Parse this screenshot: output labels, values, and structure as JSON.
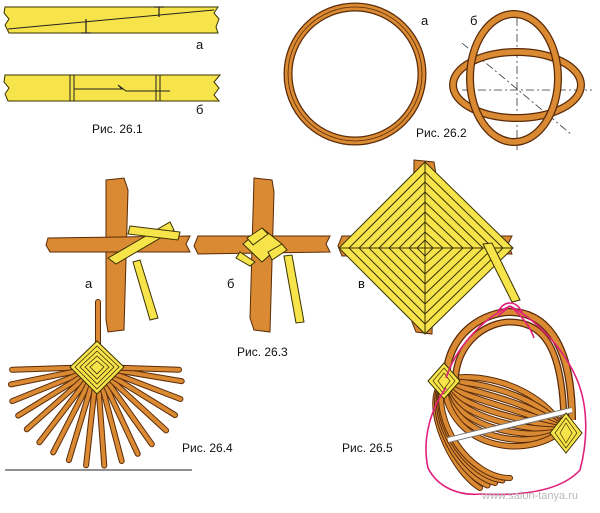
{
  "colors": {
    "straw": "#f7e34a",
    "straw_edge": "#3a3200",
    "willow": "#d98a32",
    "willow_edge": "#5a2a08",
    "rope": "#e0207a"
  },
  "labels": {
    "fig1_a": "а",
    "fig1_b": "б",
    "fig2_a": "а",
    "fig2_b": "б",
    "fig3_a": "а",
    "fig3_b": "б",
    "fig3_v": "в"
  },
  "captions": {
    "fig1": "Рис. 26.1",
    "fig2": "Рис. 26.2",
    "fig3": "Рис. 26.3",
    "fig4": "Рис. 26.4",
    "fig5": "Рис. 26.5"
  },
  "watermark": "www.salon-tanya.ru"
}
